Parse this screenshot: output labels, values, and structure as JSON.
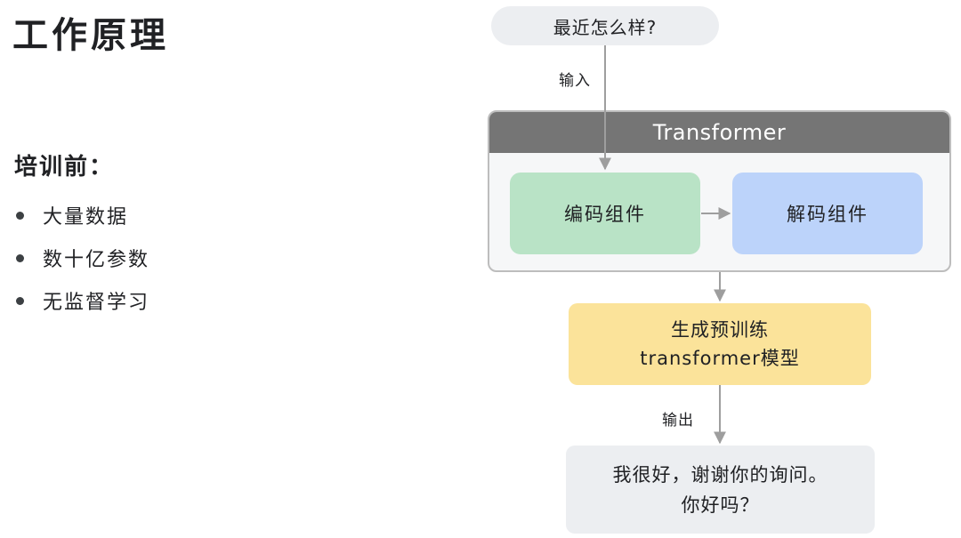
{
  "left_panel": {
    "title": "工作原理",
    "section_heading": "培训前：",
    "bullets": [
      "大量数据",
      "数十亿参数",
      "无监督学习"
    ]
  },
  "diagram": {
    "input_text": "最近怎么样?",
    "input_edge_label": "输入",
    "transformer_label": "Transformer",
    "encoder_label": "编码组件",
    "decoder_label": "解码组件",
    "model_line1": "生成预训练",
    "model_line2": "transformer模型",
    "output_edge_label": "输出",
    "output_line1": "我很好，谢谢你的询问。",
    "output_line2": "你好吗？"
  },
  "colors": {
    "encoder": "#b9e3c6",
    "decoder": "#bcd3fa",
    "model": "#fbe39a",
    "transformer_header": "#757575",
    "pill": "#eceef1",
    "arrow": "#9e9e9e"
  }
}
